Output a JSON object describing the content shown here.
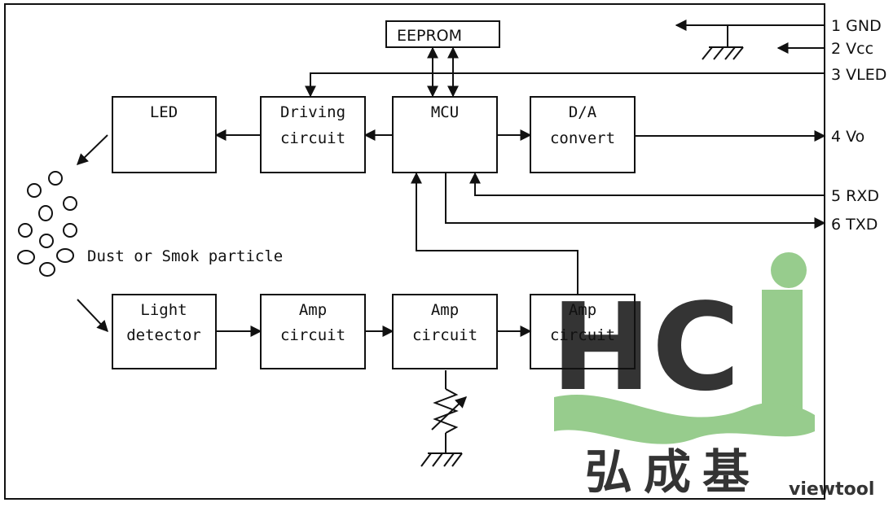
{
  "blocks": {
    "eeprom": "EEPROM",
    "led": "LED",
    "driving": [
      "Driving",
      "circuit"
    ],
    "mcu": "MCU",
    "da": [
      "D/A",
      "convert"
    ],
    "light": [
      "Light",
      "detector"
    ],
    "amp1": [
      "Amp",
      "circuit"
    ],
    "amp2": [
      "Amp",
      "circuit"
    ],
    "amp3": [
      "Amp",
      "circuit"
    ]
  },
  "pins": [
    {
      "num": "1",
      "name": "GND"
    },
    {
      "num": "2",
      "name": "Vcc"
    },
    {
      "num": "3",
      "name": "VLED"
    },
    {
      "num": "4",
      "name": "Vo"
    },
    {
      "num": "5",
      "name": "RXD"
    },
    {
      "num": "6",
      "name": "TXD"
    }
  ],
  "particle_label": "Dust or Smok particle",
  "watermark": {
    "logo_letters": "HCj",
    "company_cn": "弘成基",
    "site": "viewtool",
    "colors": {
      "blue": "#4f7bc4",
      "green": "#86c47a",
      "gray": "#9a9a9a"
    }
  }
}
